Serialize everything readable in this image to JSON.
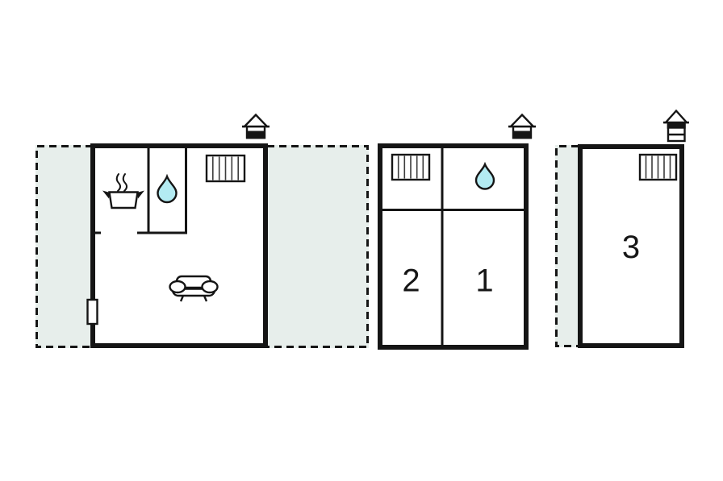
{
  "colors": {
    "wall": "#151515",
    "terrace": "#e7eeeb",
    "drop": "#b3ebf2",
    "radline": "#3c3c3c",
    "bg": "#ffffff"
  },
  "plan": {
    "type": "holiday-home-floorplan",
    "room_labels": {
      "room1": "1",
      "room2": "2",
      "room3": "3"
    },
    "icons": [
      "house-marker-icon",
      "radiator-icon",
      "hotplate-pot-icon",
      "water-drop-icon",
      "sofa-icon",
      "entrance-door-icon",
      "terrace-dashed-area"
    ]
  }
}
